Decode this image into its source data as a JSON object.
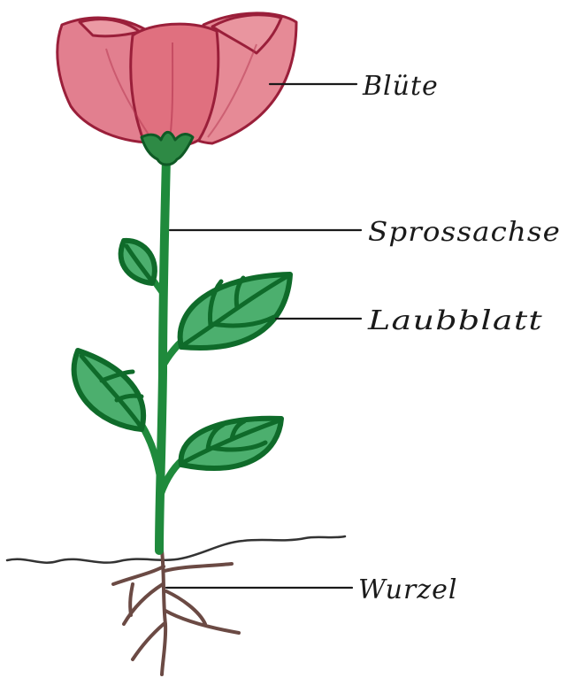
{
  "labels": {
    "bluete": "Blüte",
    "sprossachse": "Sprossachse",
    "laubblatt": "Laubblatt",
    "wurzel": "Wurzel"
  },
  "colors": {
    "petal": "#e8848f",
    "petal_dark": "#c9506a",
    "petal_outline": "#9a1f3a",
    "stem": "#1f8a3c",
    "leaf_fill": "#4caf6e",
    "leaf_outline": "#0f6b2a",
    "root": "#6b4a44",
    "ground": "#333333"
  }
}
